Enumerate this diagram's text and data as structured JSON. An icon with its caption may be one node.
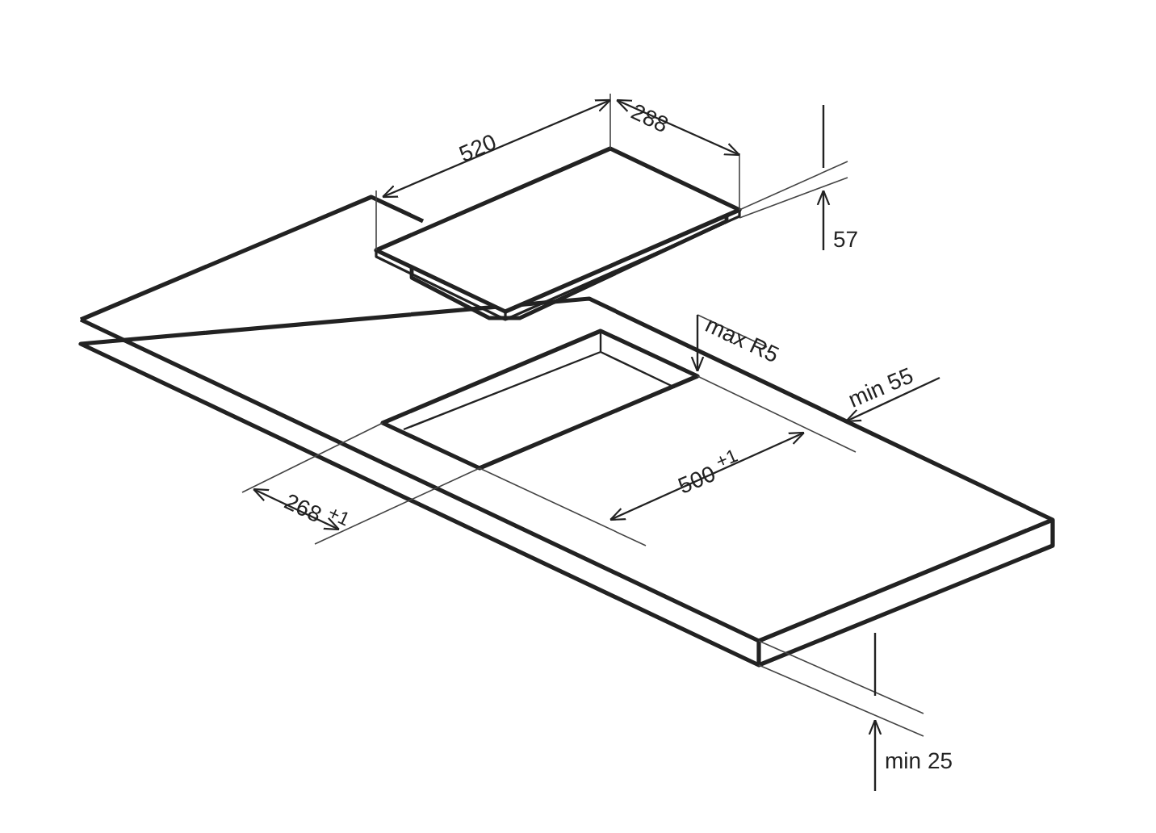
{
  "diagram": {
    "labels": [
      "520",
      "288",
      "57",
      "max R5",
      "min 55",
      "500 $^{+1}$",
      "268 $^{+1}$",
      "min 25"
    ]
  }
}
